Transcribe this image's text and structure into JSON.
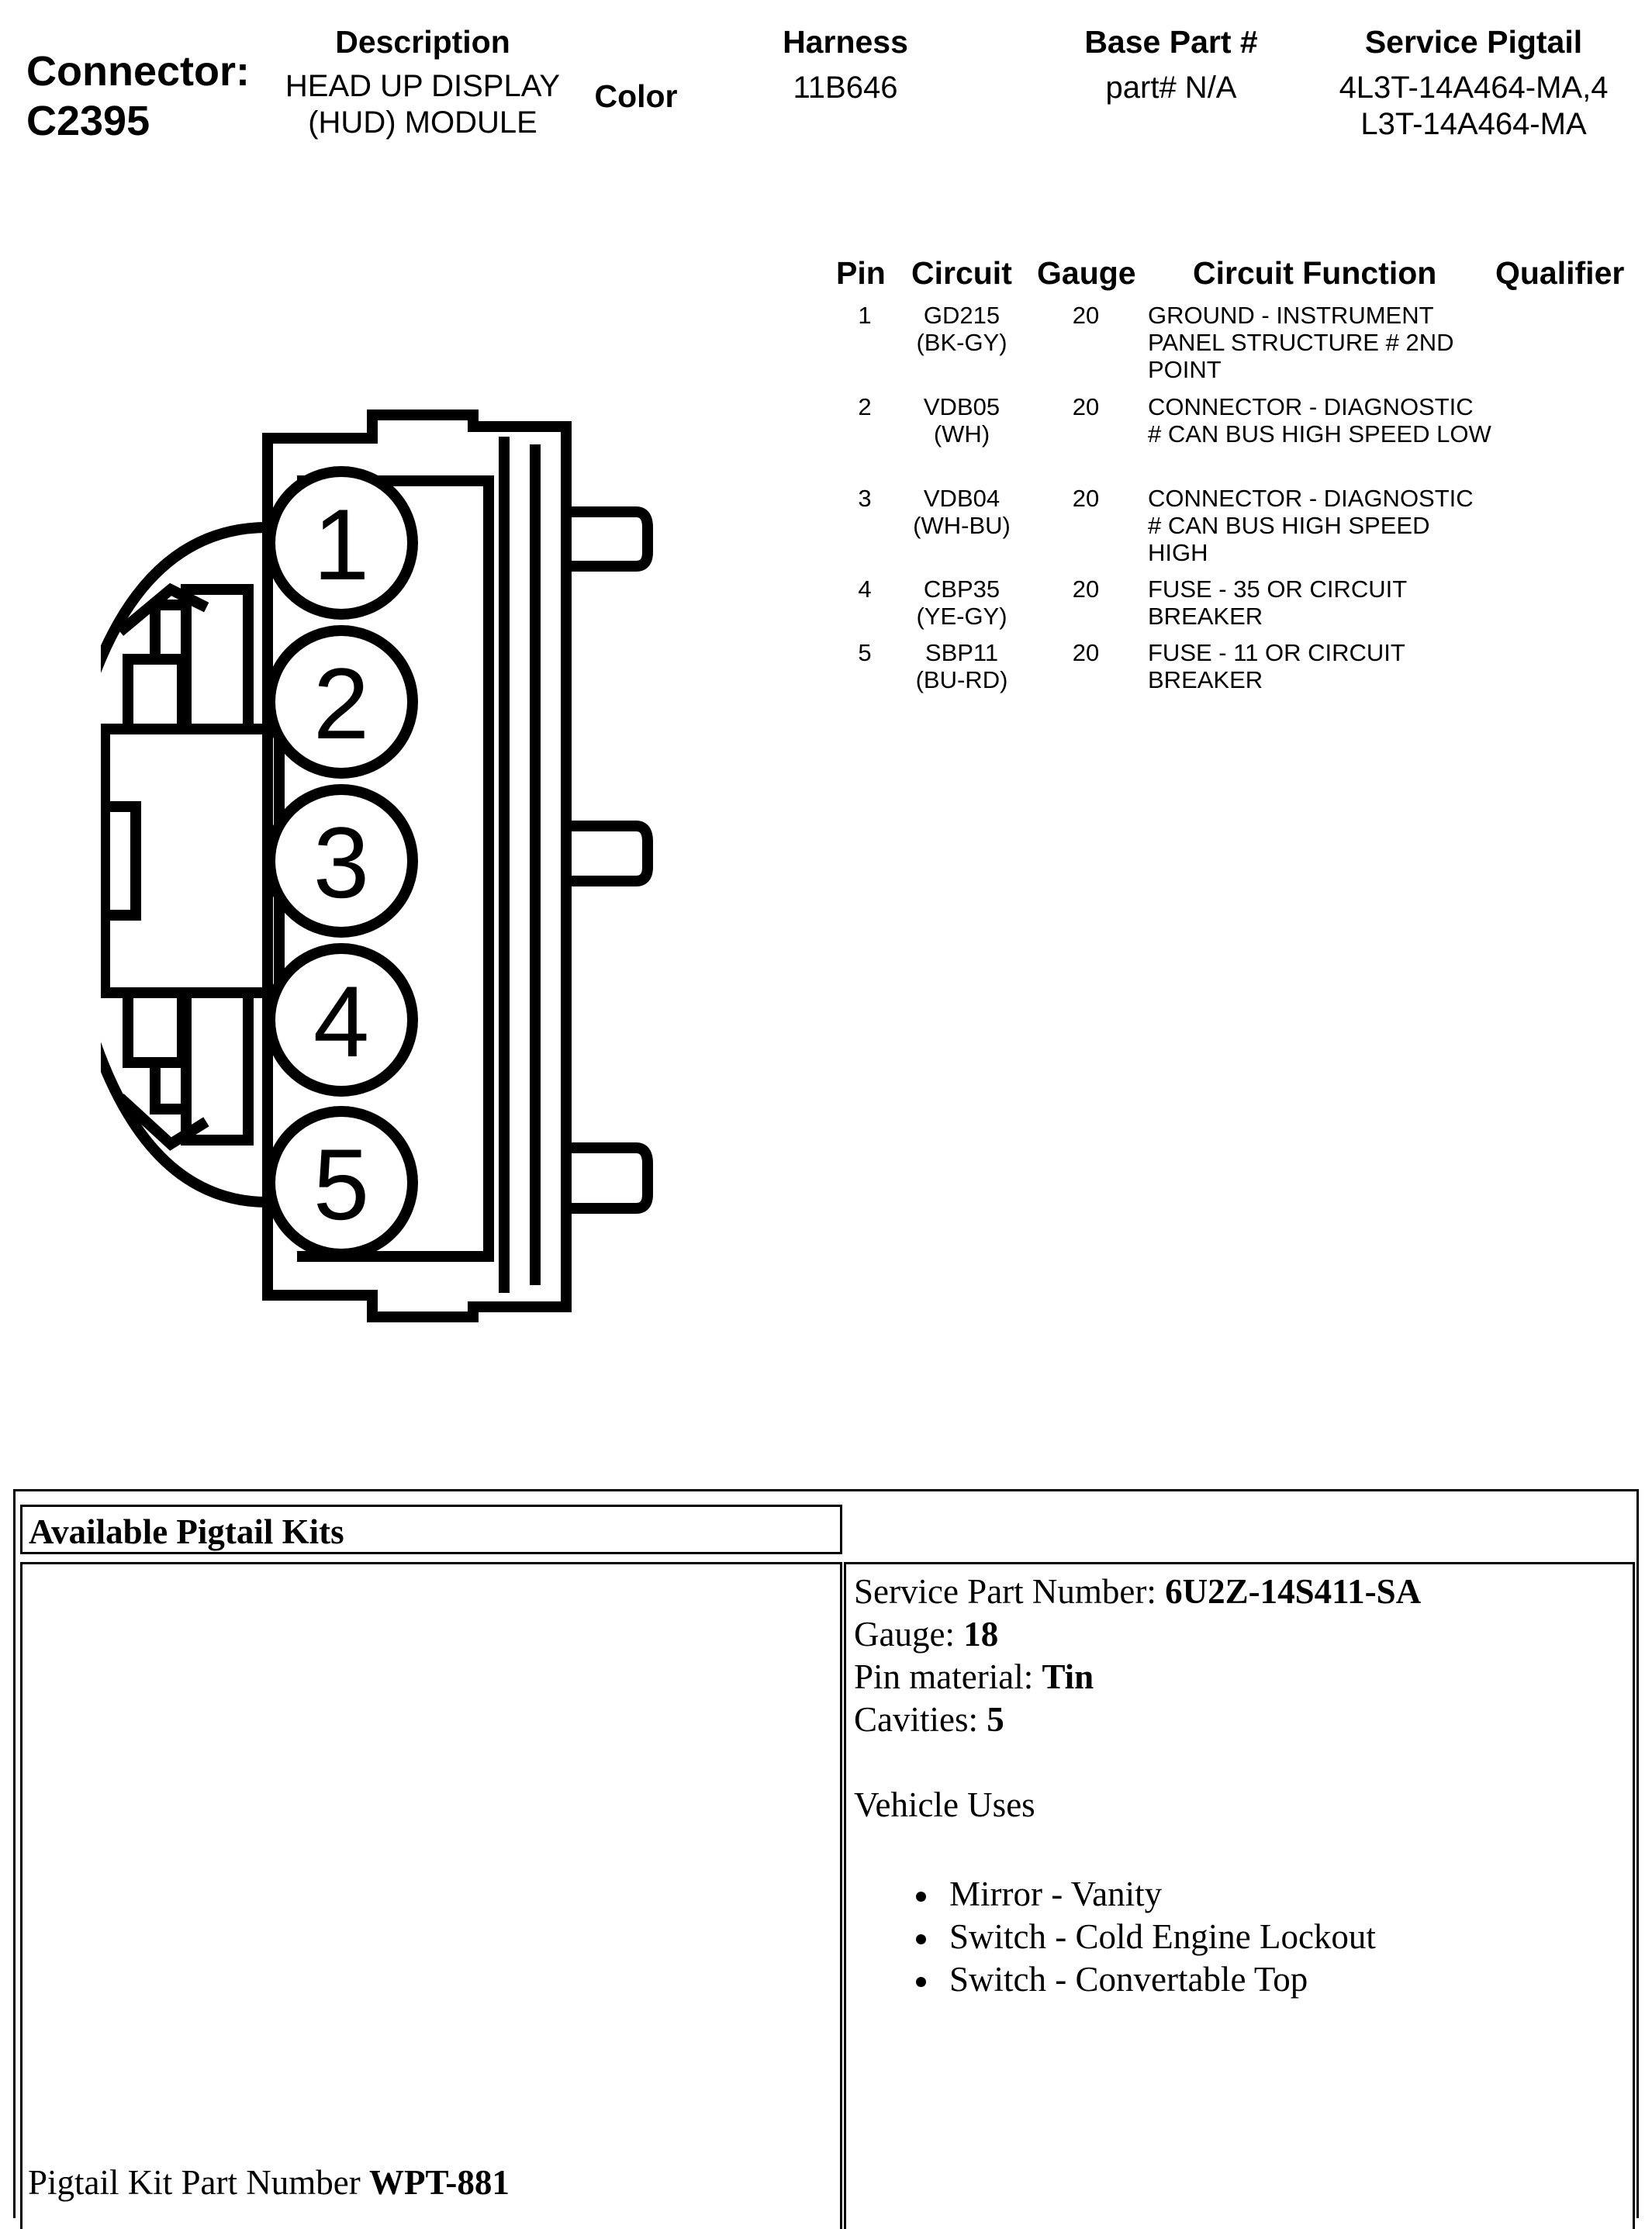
{
  "connector": {
    "label": "Connector:",
    "id": "C2395"
  },
  "header": {
    "description": {
      "label": "Description",
      "value": "HEAD UP DISPLAY (HUD) MODULE"
    },
    "color": {
      "label": "Color"
    },
    "harness": {
      "label": "Harness",
      "value": "11B646"
    },
    "base_part": {
      "label": "Base Part #",
      "value": "part# N/A"
    },
    "service_pigtail": {
      "label": "Service Pigtail",
      "value": "4L3T-14A464-MA,4L3T-14A464-MA"
    }
  },
  "pin_table": {
    "columns": [
      "Pin",
      "Circuit",
      "Gauge",
      "Circuit Function",
      "Qualifier"
    ],
    "rows": [
      {
        "pin": "1",
        "circuit": "GD215",
        "color": "(BK-GY)",
        "gauge": "20",
        "function": "GROUND - INSTRUMENT PANEL STRUCTURE # 2ND POINT"
      },
      {
        "pin": "2",
        "circuit": "VDB05",
        "color": "(WH)",
        "gauge": "20",
        "function": "CONNECTOR - DIAGNOSTIC # CAN BUS HIGH SPEED LOW"
      },
      {
        "pin": "3",
        "circuit": "VDB04",
        "color": "(WH-BU)",
        "gauge": "20",
        "function": "CONNECTOR - DIAGNOSTIC # CAN BUS HIGH SPEED HIGH"
      },
      {
        "pin": "4",
        "circuit": "CBP35",
        "color": "(YE-GY)",
        "gauge": "20",
        "function": "FUSE - 35 OR CIRCUIT BREAKER"
      },
      {
        "pin": "5",
        "circuit": "SBP11",
        "color": "(BU-RD)",
        "gauge": "20",
        "function": "FUSE - 11 OR CIRCUIT BREAKER"
      }
    ]
  },
  "diagram": {
    "pins": [
      "1",
      "2",
      "3",
      "4",
      "5"
    ]
  },
  "pigtail": {
    "title": "Available Pigtail Kits",
    "kit_label": "Pigtail Kit Part Number",
    "kit_number": "WPT-881",
    "service_part_label": "Service Part Number:",
    "service_part_value": "6U2Z-14S411-SA",
    "gauge_label": "Gauge:",
    "gauge_value": "18",
    "pin_material_label": "Pin material:",
    "pin_material_value": "Tin",
    "cavities_label": "Cavities:",
    "cavities_value": "5",
    "vehicle_uses_label": "Vehicle Uses",
    "vehicle_uses": [
      "Mirror - Vanity",
      "Switch - Cold Engine Lockout",
      "Switch - Convertable Top"
    ]
  }
}
